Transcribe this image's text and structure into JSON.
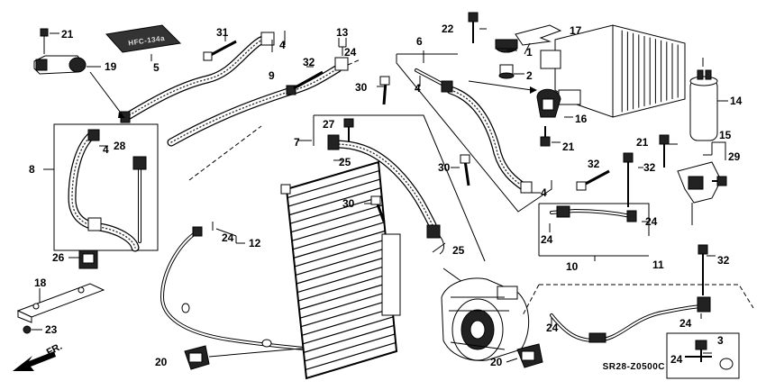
{
  "callouts": {
    "c1": "1",
    "c2": "2",
    "c3": "3",
    "c4a": "4",
    "c4b": "4",
    "c4c": "4",
    "c4d": "4",
    "c5": "5",
    "c6": "6",
    "c7": "7",
    "c8": "8",
    "c9": "9",
    "c10": "10",
    "c11": "11",
    "c12": "12",
    "c13": "13",
    "c14": "14",
    "c15": "15",
    "c16": "16",
    "c17": "17",
    "c18": "18",
    "c19": "19",
    "c20a": "20",
    "c20b": "20",
    "c21a": "21",
    "c21b": "21",
    "c21c": "21",
    "c22": "22",
    "c23": "23",
    "c24a": "24",
    "c24b": "24",
    "c24c": "24",
    "c24d": "24",
    "c24e": "24",
    "c24f": "24",
    "c24g": "24",
    "c25a": "25",
    "c25b": "25",
    "c26": "26",
    "c27": "27",
    "c28": "28",
    "c29": "29",
    "c30a": "30",
    "c30b": "30",
    "c30c": "30",
    "c31": "31",
    "c32a": "32",
    "c32b": "32",
    "c32c": "32",
    "c32d": "32"
  },
  "label_plate_text": "HFC-134a",
  "diagram_code": "SR28-Z0500C",
  "front_arrow_label": "FR."
}
